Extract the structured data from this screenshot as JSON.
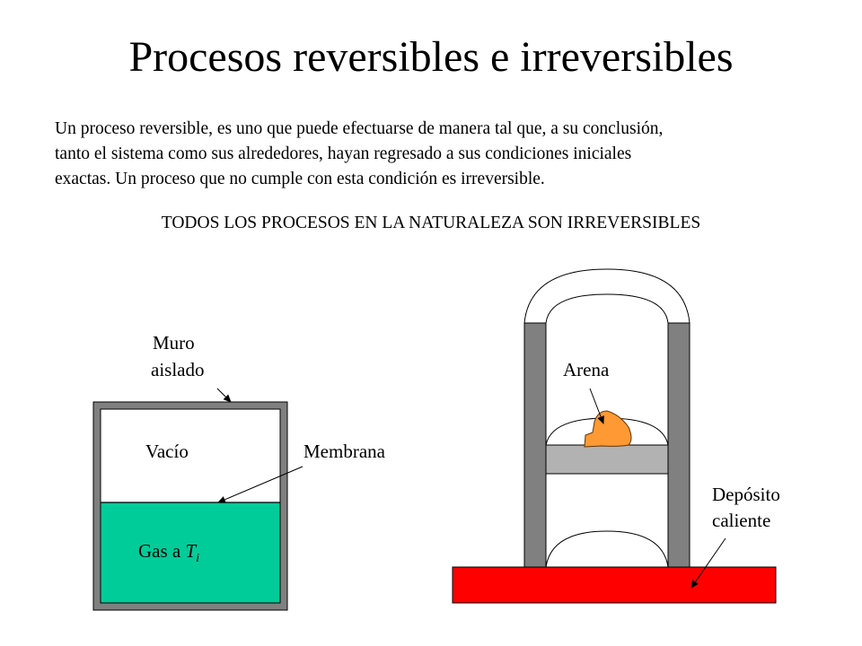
{
  "slide": {
    "title": "Procesos reversibles e irreversibles",
    "paragraph_lines": [
      "Un proceso reversible, es uno que puede efectuarse de manera tal que, a su conclusión,",
      "tanto el sistema como sus alrededores, hayan regresado a sus condiciones iniciales",
      "exactas. Un proceso que no cumple con esta condición es irreversible."
    ],
    "statement": "TODOS LOS PROCESOS EN LA NATURALEZA SON IRREVERSIBLES"
  },
  "diagram_left": {
    "label_wall_line1": "Muro",
    "label_wall_line2": "aislado",
    "label_vacuum": "Vacío",
    "label_membrane": "Membrana",
    "label_gas": "Gas a ",
    "label_gas_T": "T",
    "label_gas_sub": "i",
    "colors": {
      "wall": "#808080",
      "gas": "#00cc99",
      "vacuum": "#ffffff"
    }
  },
  "diagram_right": {
    "label_sand": "Arena",
    "label_reservoir_line1": "Depósito",
    "label_reservoir_line2": "caliente",
    "colors": {
      "walls": "#808080",
      "piston": "#b2b2b2",
      "sand": "#ff9933",
      "reservoir": "#ff0000"
    }
  }
}
